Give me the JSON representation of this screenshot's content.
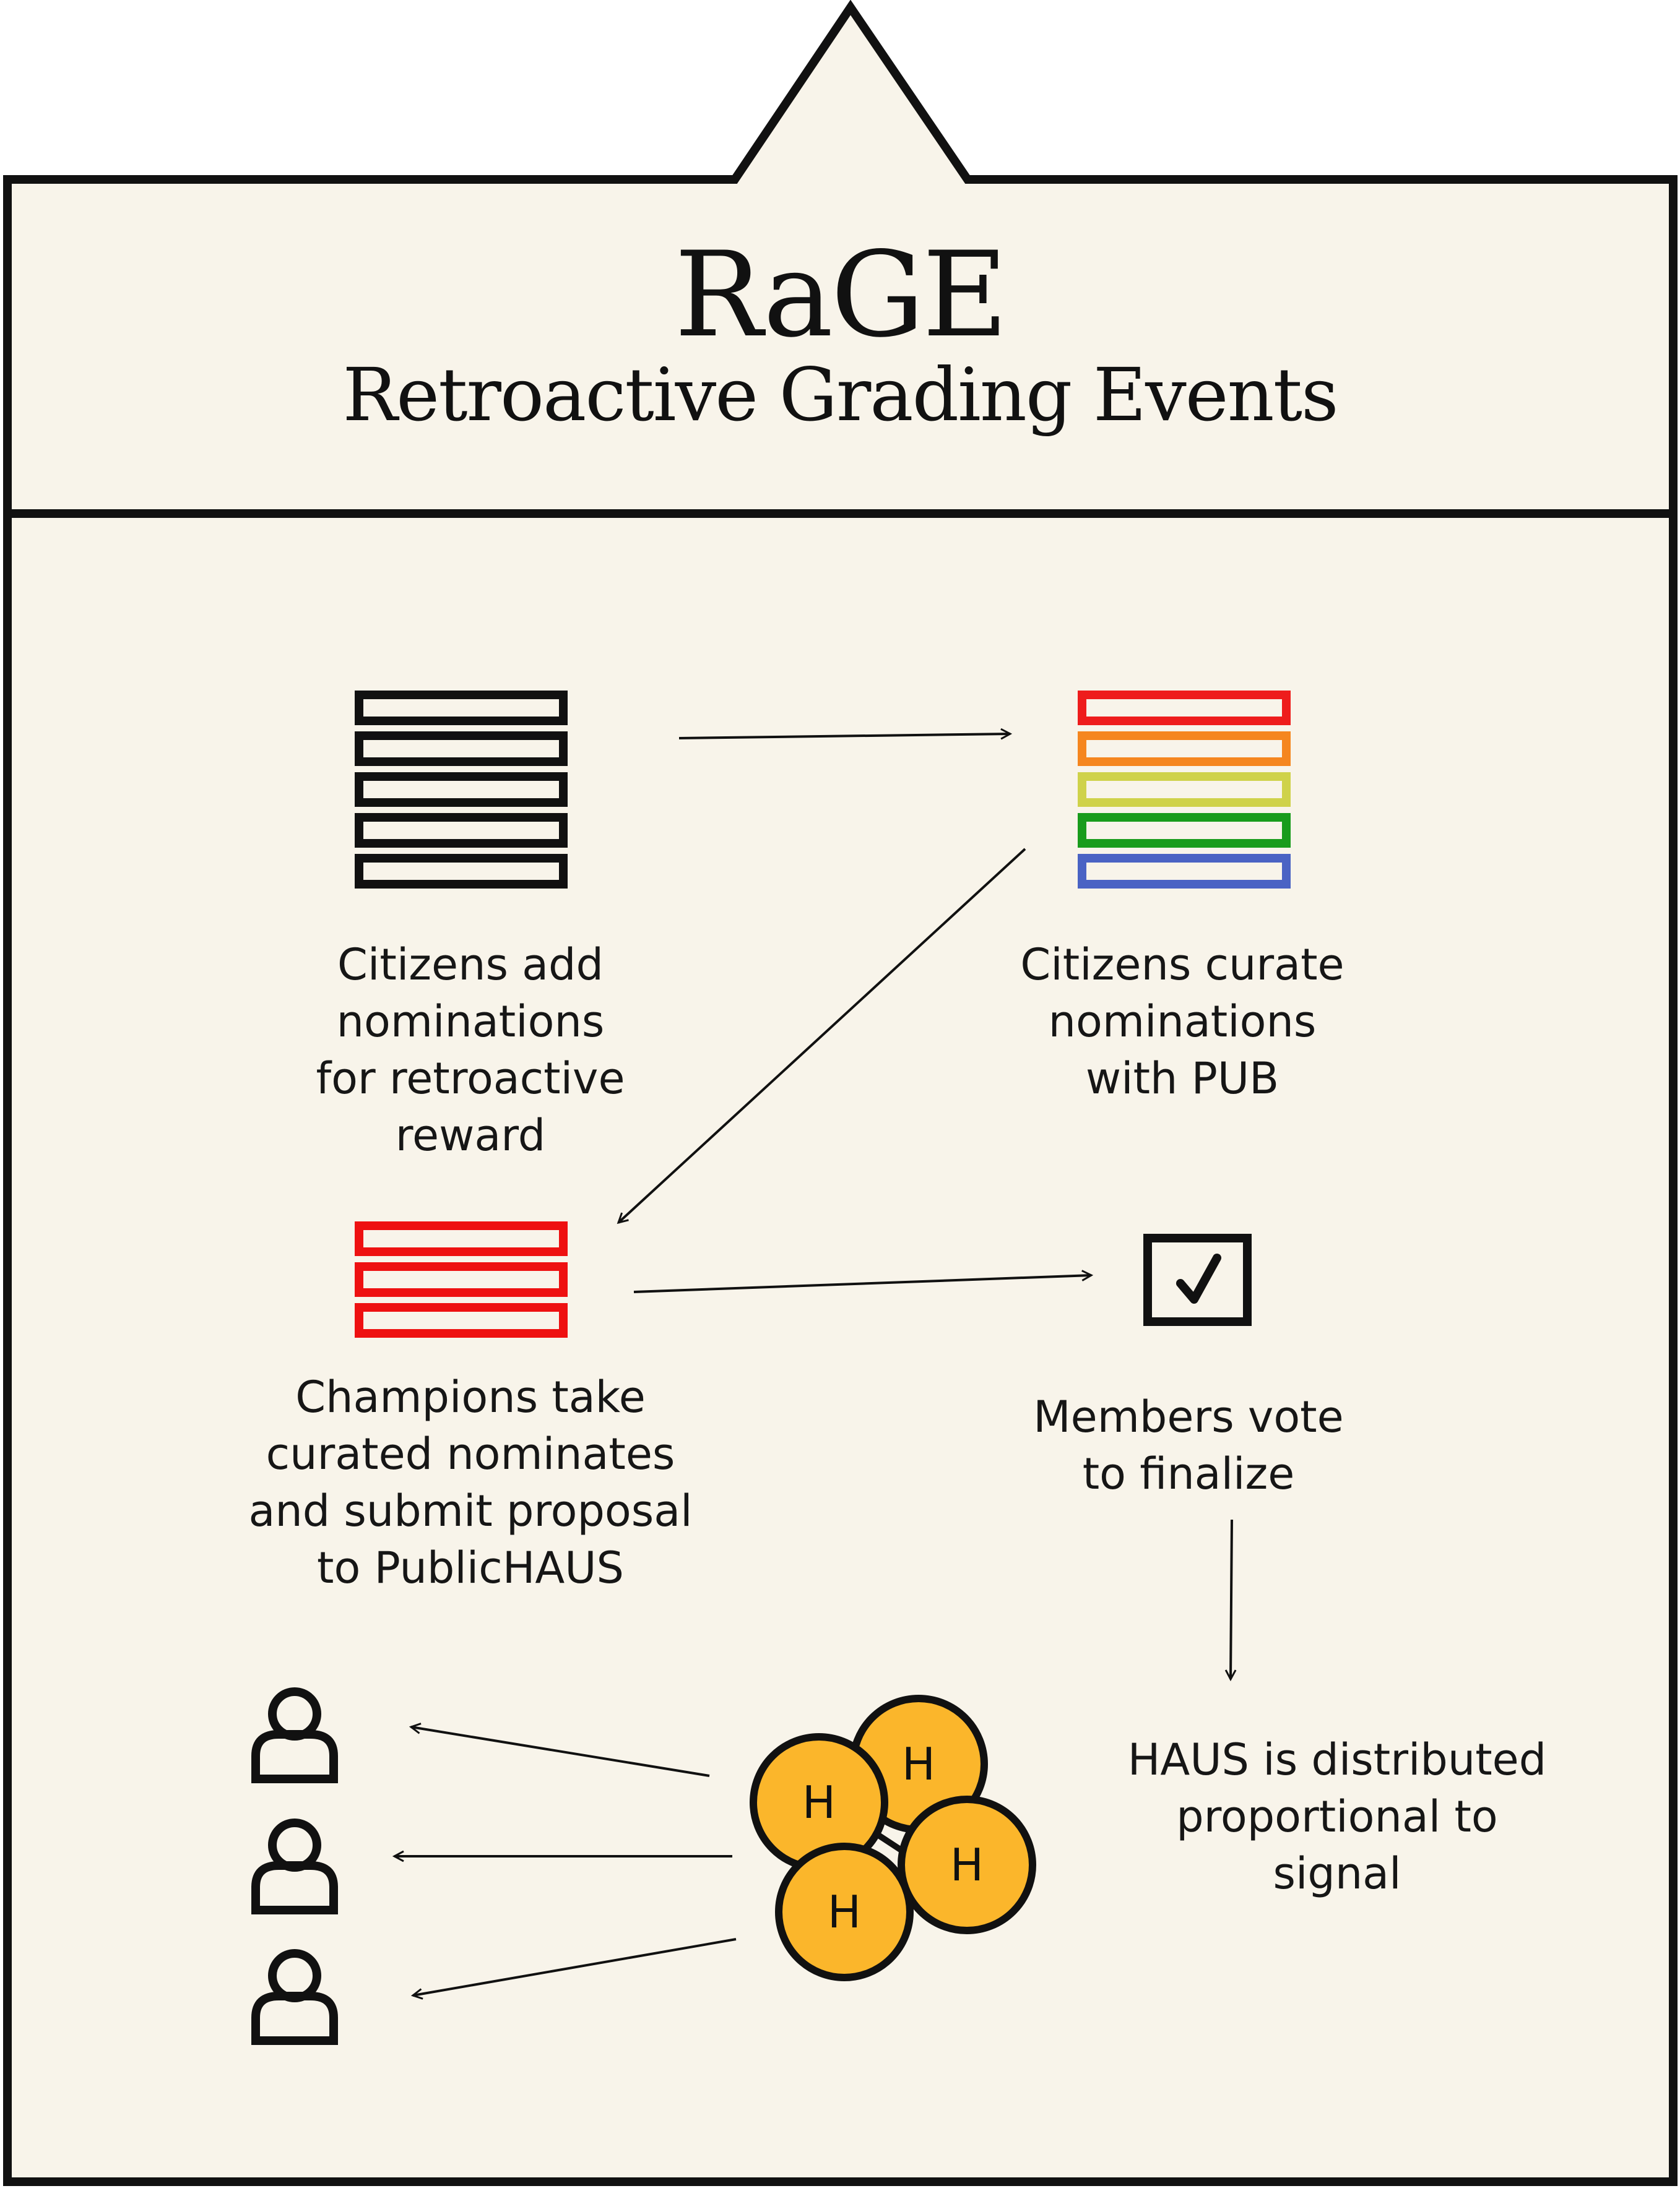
{
  "header": {
    "title": "RaGE",
    "subtitle": "Retroactive Grading Events"
  },
  "steps": {
    "add_nominations": "Citizens add\nnominations\nfor retroactive\nreward",
    "curate_nominations": "Citizens curate\nnominations\nwith PUB",
    "champions_submit": "Champions take\ncurated nominates\nand submit proposal\nto PublicHAUS",
    "members_vote": "Members vote\nto finalize",
    "haus_distributed": "HAUS is distributed\nproportional to\nsignal"
  },
  "tokens": {
    "label": "H",
    "color": "#FBB62B"
  },
  "colors": {
    "background": "#F8F4EA",
    "outline": "#111111",
    "rainbow": [
      "#EE1C1C",
      "#F5861F",
      "#CFD24A",
      "#199C1C",
      "#4A63C4"
    ],
    "champion_red": "#EE1111"
  },
  "icons": {
    "check": "checkbox-check-icon",
    "member": "person-icon"
  }
}
